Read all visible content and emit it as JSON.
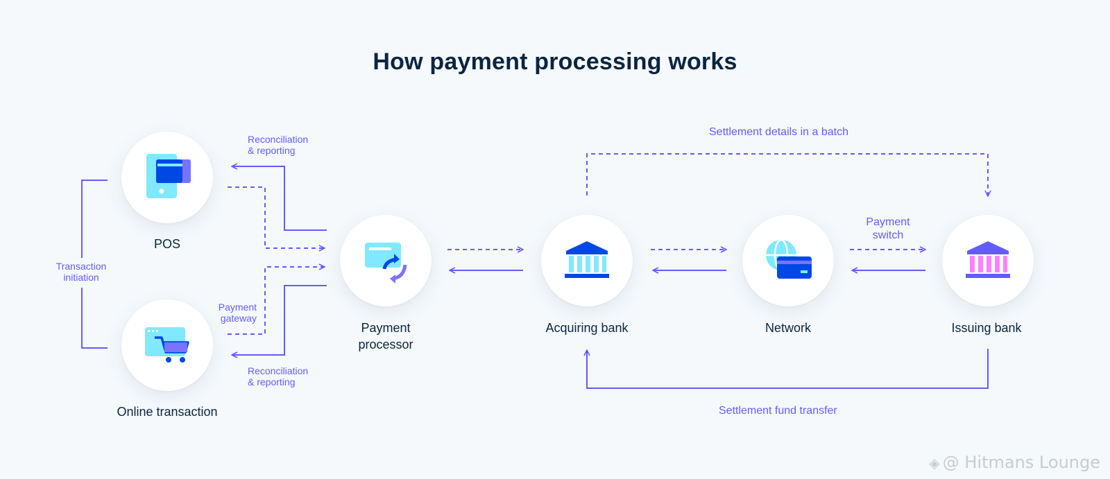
{
  "title": "How payment processing works",
  "nodes": {
    "pos": "POS",
    "online": "Online transaction",
    "processor_line1": "Payment",
    "processor_line2": "processor",
    "acquiring": "Acquiring bank",
    "network": "Network",
    "issuing": "Issuing bank"
  },
  "flows": {
    "recon_top_1": "Reconciliation",
    "recon_top_2": "& reporting",
    "recon_bottom_1": "Reconciliation",
    "recon_bottom_2": "& reporting",
    "txn_init_1": "Transaction",
    "txn_init_2": "initiation",
    "gateway_1": "Payment",
    "gateway_2": "gateway",
    "switch_1": "Payment",
    "switch_2": "switch",
    "settlement_batch": "Settlement details in a batch",
    "settlement_fund": "Settlement fund transfer"
  },
  "watermark": {
    "text": "@ Hitmans Lounge"
  },
  "colors": {
    "flow": "#635bff",
    "node_text": "#0a2540",
    "background": "#f5f9fc",
    "icon_light_blue": "#80e9ff",
    "icon_dark_blue": "#0048e5",
    "icon_purple": "#7a73ff",
    "icon_pink": "#ff80ff"
  }
}
